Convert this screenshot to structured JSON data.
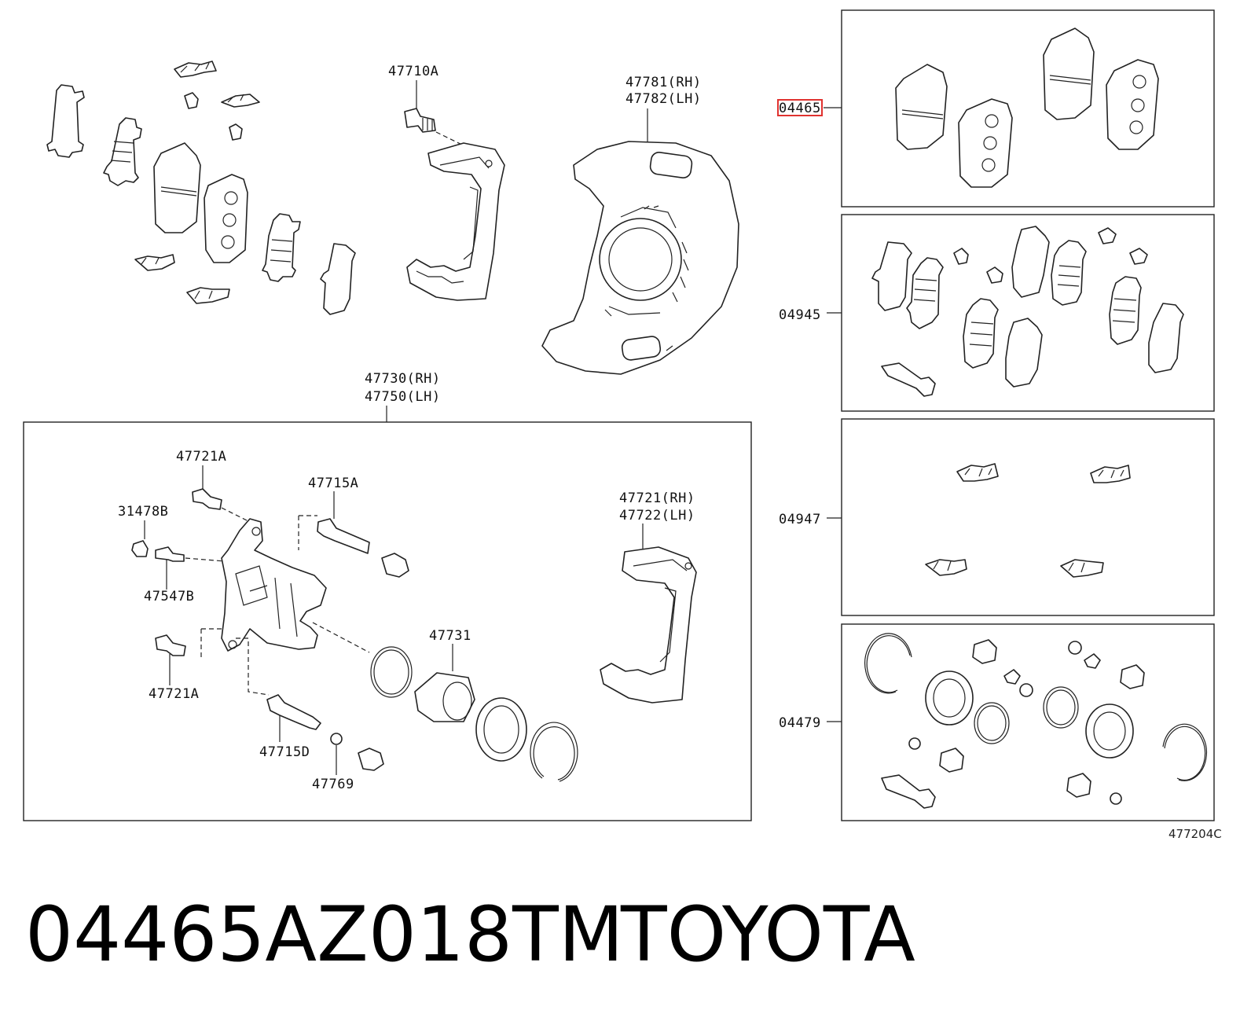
{
  "diagram": {
    "labels": {
      "l_47710A": "47710A",
      "l_47781": "47781(RH)",
      "l_47782": "47782(LH)",
      "l_04465": "04465",
      "l_04945": "04945",
      "l_04947": "04947",
      "l_04479": "04479",
      "l_47730": "47730(RH)",
      "l_47750": "47750(LH)",
      "l_47721A_top": "47721A",
      "l_47715A": "47715A",
      "l_31478B": "31478B",
      "l_47547B": "47547B",
      "l_47721A_bot": "47721A",
      "l_47731": "47731",
      "l_47721": "47721(RH)",
      "l_47722": "47722(LH)",
      "l_47715D": "47715D",
      "l_47769": "47769"
    },
    "figure_code": "477204C"
  },
  "product": {
    "part_number": "04465AZ018TM",
    "brand": "TOYOTA"
  },
  "colors": {
    "highlight": "#e0322f",
    "line": "#222222"
  }
}
